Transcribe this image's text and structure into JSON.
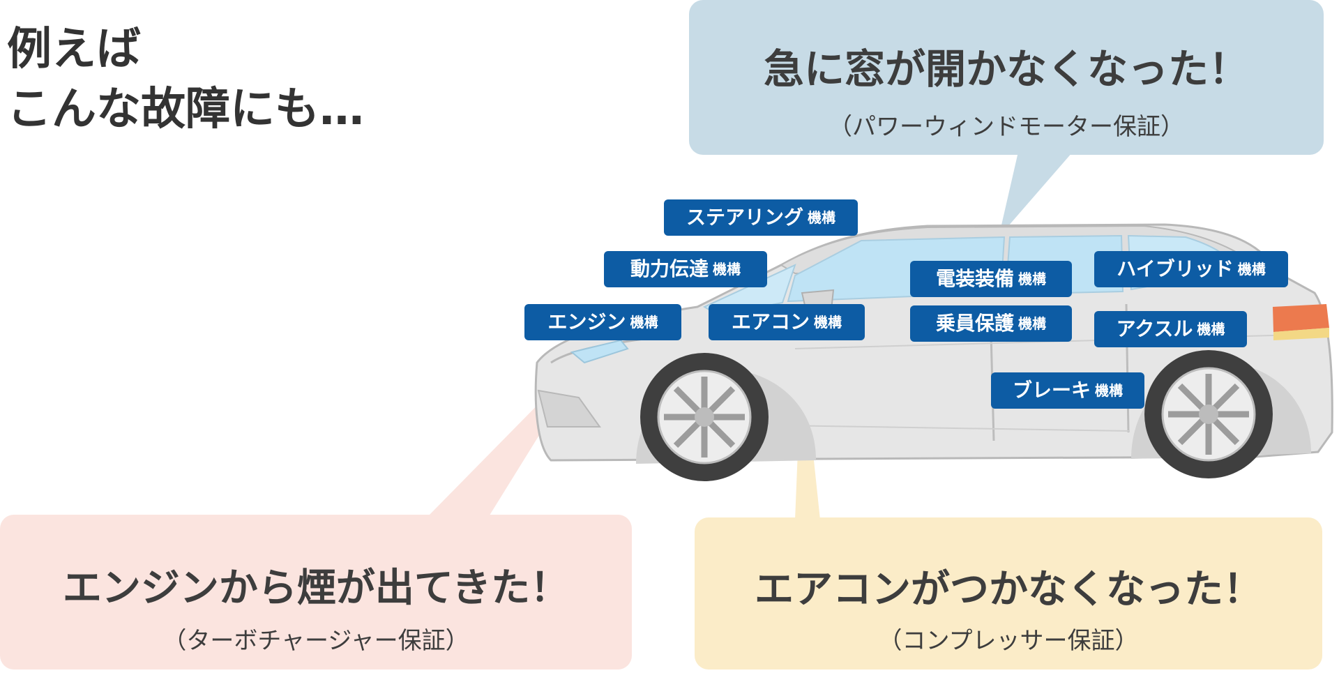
{
  "intro": {
    "line1": "例えば",
    "line2": "こんな故障にも…"
  },
  "bubbles": {
    "window": {
      "main": "急に窓が開かなくなった！",
      "sub": "（パワーウィンドモーター保証）"
    },
    "engine": {
      "main": "エンジンから煙が出てきた！",
      "sub": "（ターボチャージャー保証）"
    },
    "aircon": {
      "main": "エアコンがつかなくなった！",
      "sub": "（コンプレッサー保証）"
    }
  },
  "tag_suffix": "機構",
  "tags": {
    "steering": "ステアリング",
    "power": "動力伝達",
    "engine": "エンジン",
    "aircon": "エアコン",
    "electrical": "電装装備",
    "occupant": "乗員保護",
    "hybrid": "ハイブリッド",
    "axle": "アクスル",
    "brake": "ブレーキ"
  },
  "colors": {
    "tag_bg": "#0d5ca4",
    "window_bubble": "#c7dbe6",
    "engine_bubble": "#fbe4df",
    "aircon_bubble": "#fbecc8",
    "car_body": "#e6e6e6",
    "glass": "#bfe3f5",
    "taillight": "#ec7a4e"
  }
}
